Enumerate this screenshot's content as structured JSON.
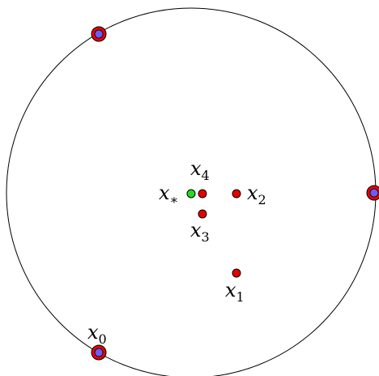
{
  "colors": {
    "circle_stroke": "#000000",
    "point_fill": "#e60000",
    "point_stroke": "#000000",
    "boundary_inner": "#6b5cff",
    "target_fill": "#22dd22"
  },
  "labels": {
    "x0": {
      "base": "x",
      "sub": "0"
    },
    "x1": {
      "base": "x",
      "sub": "1"
    },
    "x2": {
      "base": "x",
      "sub": "2"
    },
    "x3": {
      "base": "x",
      "sub": "3"
    },
    "x4": {
      "base": "x",
      "sub": "4"
    },
    "xstar": {
      "base": "x",
      "sub": "∗"
    }
  }
}
